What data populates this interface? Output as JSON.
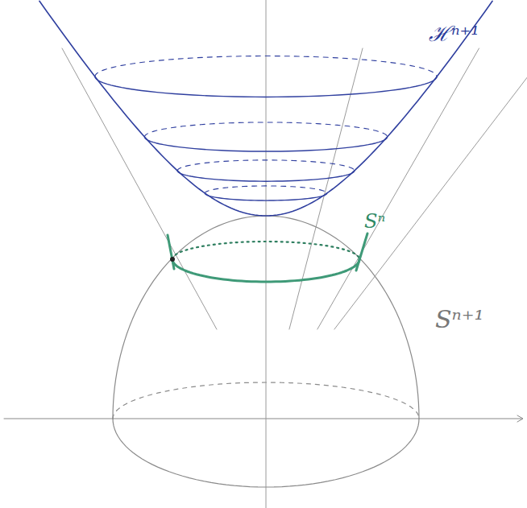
{
  "diagram": {
    "labels": [
      "ℋⁿ⁺¹",
      "Sⁿ",
      "Sⁿ⁺¹"
    ]
  }
}
